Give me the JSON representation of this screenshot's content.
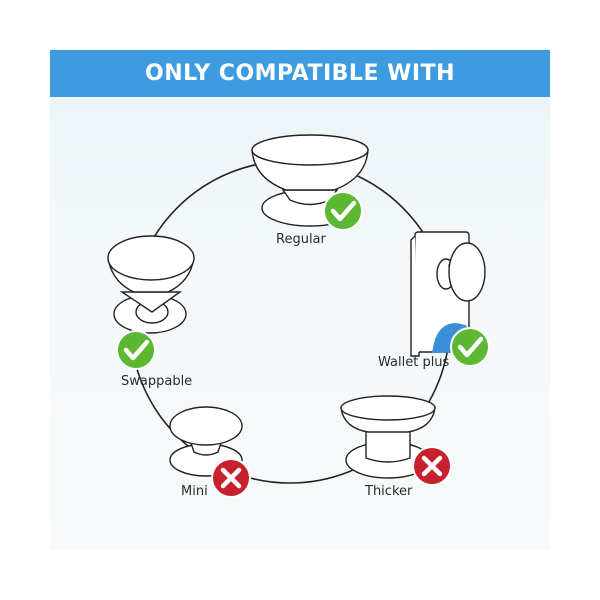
{
  "banner": {
    "title": "ONLY COMPATIBLE WITH"
  },
  "colors": {
    "banner": "#3d9be0",
    "compatible": "#5cb832",
    "incompatible": "#c8202c",
    "wallet_accent": "#3b8fd9"
  },
  "items": [
    {
      "label": "Regular",
      "status": "compatible",
      "status_icon": "check-icon"
    },
    {
      "label": "Wallet plus",
      "status": "compatible",
      "status_icon": "check-icon"
    },
    {
      "label": "Thicker",
      "status": "incompatible",
      "status_icon": "x-icon"
    },
    {
      "label": "Mini",
      "status": "incompatible",
      "status_icon": "x-icon"
    },
    {
      "label": "Swappable",
      "status": "compatible",
      "status_icon": "check-icon"
    }
  ]
}
